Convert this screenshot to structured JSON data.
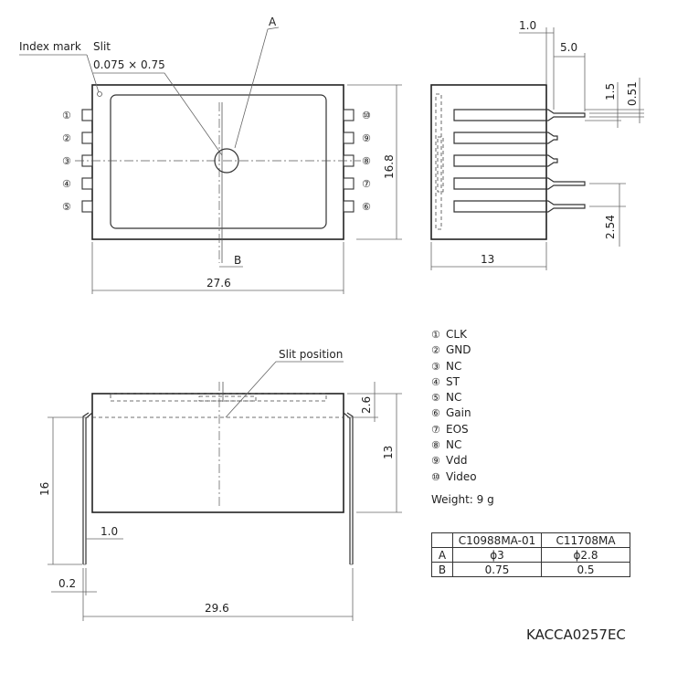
{
  "top_view": {
    "index_mark_label": "Index mark",
    "slit_label": "Slit",
    "slit_size": "0.075 × 0.75",
    "label_a": "A",
    "label_b": "B",
    "width_dim": "27.6",
    "height_dim": "16.8",
    "left_pin_labels": [
      "①",
      "②",
      "③",
      "④",
      "⑤"
    ],
    "right_pin_labels": [
      "⑩",
      "⑨",
      "⑧",
      "⑦",
      "⑥"
    ]
  },
  "side_view": {
    "dim_lead_offset": "1.0",
    "dim_lead_length": "5.0",
    "dim_lead_thick": "1.5",
    "dim_lead_thin": "0.51",
    "dim_pitch": "2.54",
    "dim_depth": "13"
  },
  "front_view": {
    "slit_position_label": "Slit position",
    "dim_slit_depth": "2.6",
    "dim_body_height": "13",
    "dim_lead_height": "16",
    "dim_lead_gap": "1.0",
    "dim_lead_width": "0.2",
    "dim_overall_width": "29.6"
  },
  "pin_list": [
    {
      "num": "①",
      "name": "CLK"
    },
    {
      "num": "②",
      "name": "GND"
    },
    {
      "num": "③",
      "name": "NC"
    },
    {
      "num": "④",
      "name": "ST"
    },
    {
      "num": "⑤",
      "name": "NC"
    },
    {
      "num": "⑥",
      "name": "Gain"
    },
    {
      "num": "⑦",
      "name": "EOS"
    },
    {
      "num": "⑧",
      "name": "NC"
    },
    {
      "num": "⑨",
      "name": "Vdd"
    },
    {
      "num": "⑩",
      "name": "Video"
    }
  ],
  "weight": "Weight: 9 g",
  "dim_table": {
    "headers": [
      "",
      "C10988MA-01",
      "C11708MA"
    ],
    "rows": [
      {
        "label": "A",
        "v1": "ϕ3",
        "v2": "ϕ2.8"
      },
      {
        "label": "B",
        "v1": "0.75",
        "v2": "0.5"
      }
    ]
  },
  "drawing_code": "KACCA0257EC"
}
